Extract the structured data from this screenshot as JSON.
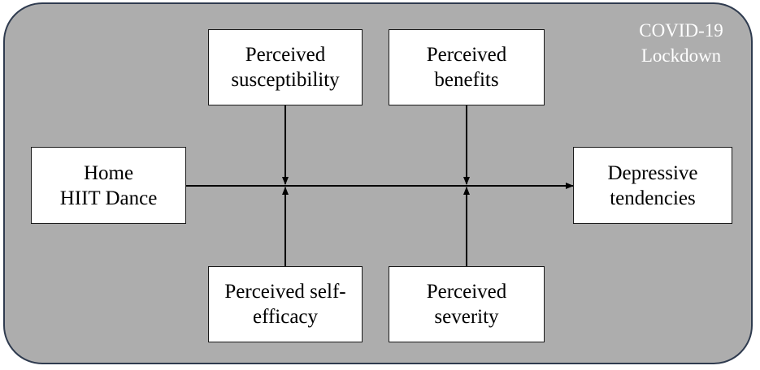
{
  "context": {
    "lines": [
      "COVID-19",
      "Lockdown"
    ]
  },
  "nodes": {
    "home_hiit_dance": {
      "lines": [
        "Home",
        "HIIT Dance"
      ]
    },
    "depressive_tendencies": {
      "lines": [
        "Depressive",
        "tendencies"
      ]
    },
    "perceived_susceptibility": {
      "lines": [
        "Perceived",
        "susceptibility"
      ]
    },
    "perceived_benefits": {
      "lines": [
        "Perceived",
        "benefits"
      ]
    },
    "perceived_self_efficacy": {
      "lines": [
        "Perceived self-",
        "efficacy"
      ]
    },
    "perceived_severity": {
      "lines": [
        "Perceived",
        "severity"
      ]
    }
  },
  "edges": [
    {
      "from": "home_hiit_dance",
      "to": "depressive_tendencies"
    },
    {
      "from": "perceived_susceptibility",
      "to": "path-home-depressive"
    },
    {
      "from": "perceived_self_efficacy",
      "to": "path-home-depressive"
    },
    {
      "from": "perceived_benefits",
      "to": "path-home-depressive"
    },
    {
      "from": "perceived_severity",
      "to": "path-home-depressive"
    }
  ],
  "colors": {
    "background_panel": "#adadad",
    "panel_border": "#2f3b4f",
    "node_fill": "#ffffff",
    "line": "#000000",
    "context_text": "#ffffff"
  }
}
